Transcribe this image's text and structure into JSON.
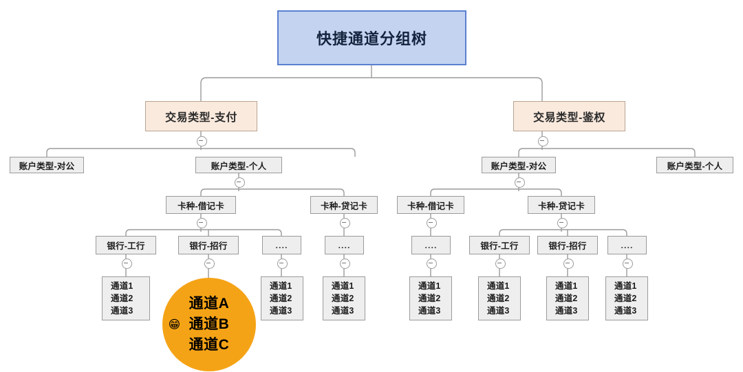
{
  "diagram": {
    "type": "tree",
    "title": "快捷通道分组树",
    "root": {
      "label": "快捷通道分组树",
      "color": "#c3d3f0",
      "border": "#5a7fd0"
    },
    "level2": [
      {
        "label": "交易类型-支付",
        "color": "#faeade"
      },
      {
        "label": "交易类型-鉴权",
        "color": "#faeade"
      }
    ],
    "level3": [
      {
        "label": "账户类型-对公"
      },
      {
        "label": "账户类型-个人"
      },
      {
        "label": "账户类型-对公"
      },
      {
        "label": "账户类型-个人"
      }
    ],
    "level4": [
      {
        "label": "卡种-借记卡"
      },
      {
        "label": "卡种-贷记卡"
      },
      {
        "label": "卡种-借记卡"
      },
      {
        "label": "卡种-贷记卡"
      }
    ],
    "level5": [
      {
        "label": "银行-工行"
      },
      {
        "label": "银行-招行"
      },
      {
        "label": "...."
      },
      {
        "label": "...."
      },
      {
        "label": "...."
      },
      {
        "label": "银行-工行"
      },
      {
        "label": "银行-招行"
      },
      {
        "label": "...."
      }
    ],
    "leaf_channels": [
      "通道1",
      "通道2",
      "通道3"
    ],
    "leaves": [
      {
        "lines": [
          "通道1",
          "通道2",
          "通道3"
        ]
      },
      {
        "lines": [
          "通道1",
          "通道2",
          "通道3"
        ]
      },
      {
        "lines": [
          "通道1",
          "通道2",
          "通道3"
        ]
      },
      {
        "lines": [
          "通道1",
          "通道2",
          "通道3"
        ]
      },
      {
        "lines": [
          "通道1",
          "通道2",
          "通道3"
        ]
      },
      {
        "lines": [
          "通道1",
          "通道2",
          "通道3"
        ]
      },
      {
        "lines": [
          "通道1",
          "通道2",
          "通道3"
        ]
      }
    ],
    "highlight": {
      "color": "#f5a316",
      "emoji": "😁",
      "emoji_name": "grinning-face-with-smiling-eyes",
      "lines": [
        "通道A",
        "通道B",
        "通道C"
      ],
      "line1": "通道A",
      "line2": "通道B",
      "line3": "通道C"
    },
    "toggle_icon": "collapse-minus"
  }
}
